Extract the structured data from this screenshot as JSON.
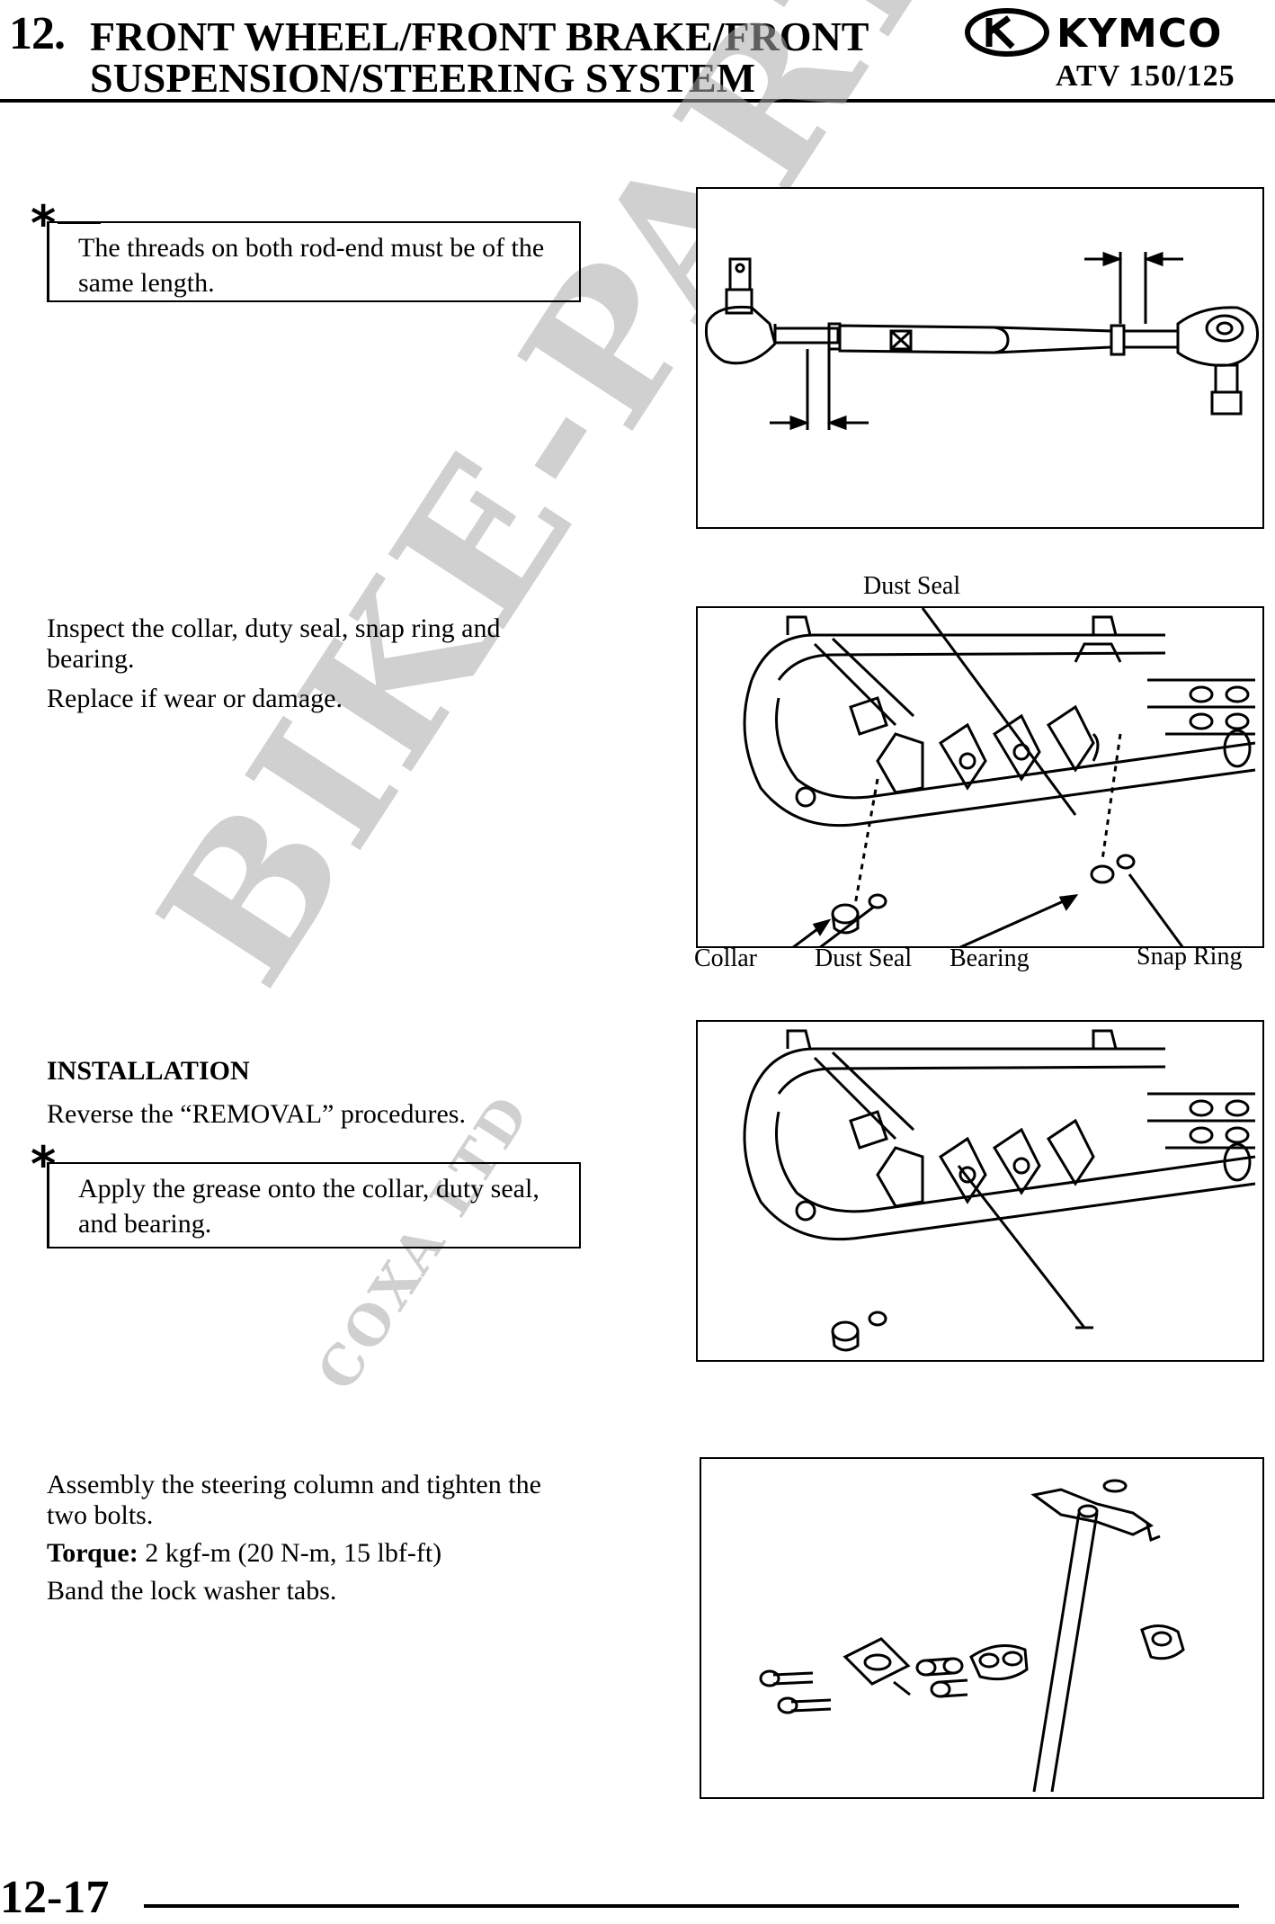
{
  "header": {
    "chapter_number": "12.",
    "title_line1": "FRONT WHEEL/FRONT BRAKE/FRONT",
    "title_line2": "SUSPENSION/STEERING SYSTEM",
    "brand": "KYMCO",
    "model": "ATV 150/125"
  },
  "sections": {
    "rod_note": "The threads on both rod-end must be of the same length.",
    "inspect_line1": "Inspect the collar, duty seal, snap ring and bearing.",
    "inspect_line2": "Replace if wear or damage.",
    "installation_heading": "INSTALLATION",
    "installation_text": "Reverse the “REMOVAL” procedures.",
    "grease_note": "Apply the grease onto the collar, duty seal, and bearing.",
    "assembly_text": "Assembly the steering column and tighten the two bolts.",
    "torque_label": "Torque:",
    "torque_value": "2 kgf-m (20 N-m, 15 lbf-ft)",
    "lockwasher_text": "Band the lock washer tabs."
  },
  "figure_labels": {
    "dust_seal_top": "Dust Seal",
    "collar": "Collar",
    "dust_seal_bottom": "Dust Seal",
    "bearing": "Bearing",
    "snap_ring": "Snap Ring"
  },
  "watermark": {
    "main": "BIKE-PARTS",
    "sub": "COXA LTD"
  },
  "footer": {
    "page_number": "12-17"
  }
}
